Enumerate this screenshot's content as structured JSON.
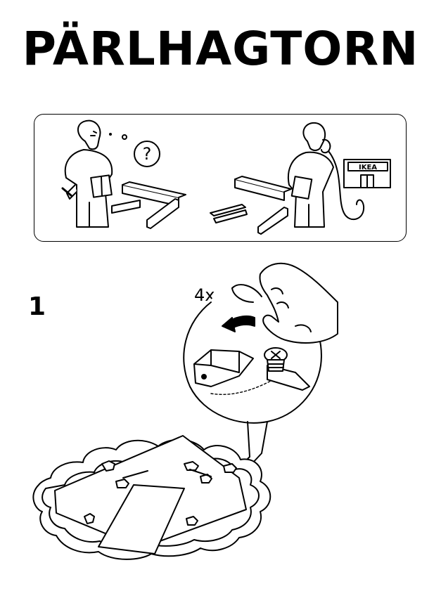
{
  "document": {
    "title": "PÄRLHAGTORN"
  },
  "help_panel": {
    "left_scene_icons": [
      "confused-person-icon",
      "question-mark-icon",
      "assembly-parts-icon"
    ],
    "right_scene_icons": [
      "person-on-phone-icon",
      "ikea-store-icon",
      "assembly-parts-icon"
    ],
    "store_sign_text": "IKEA"
  },
  "step": {
    "number": "1",
    "quantity_label": "4x",
    "icons": [
      "hand-icon",
      "screw-icon",
      "bracket-icon",
      "rotate-arrow-icon",
      "cloud-tray-icon"
    ]
  }
}
